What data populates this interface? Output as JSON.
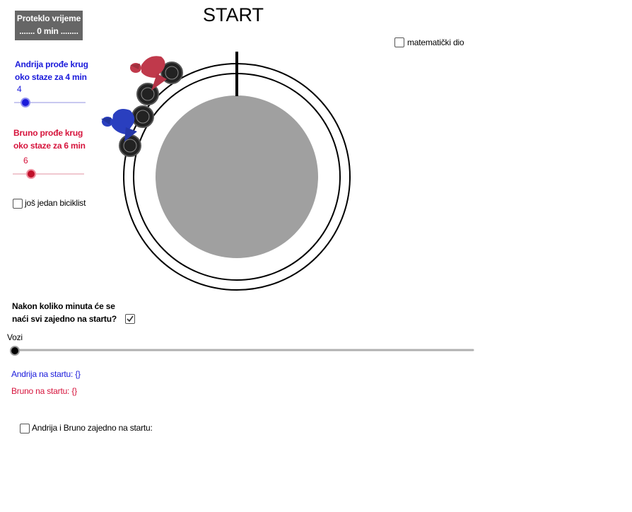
{
  "timer": {
    "line1": "Proteklo vrijeme",
    "line2": "....... 0 min ........"
  },
  "track": {
    "start_label": "START"
  },
  "math_toggle": {
    "label": "matematički dio",
    "checked": false
  },
  "andrija": {
    "label_line1": "Andrija prođe krug",
    "label_line2": "oko staze za 4 min",
    "value": "4",
    "color": "#1a1adb",
    "slider_fraction": 0.15
  },
  "bruno": {
    "label_line1": "Bruno prođe krug",
    "label_line2": "oko staze za 6  min",
    "value": "6",
    "color": "#d6143c",
    "slider_fraction": 0.25
  },
  "extra_cyclist": {
    "label": "još jedan biciklist",
    "checked": false
  },
  "question": {
    "line1": "Nakon koliko minuta će se",
    "line2": "naći svi zajedno na startu?",
    "checked": true
  },
  "ride": {
    "label": "Vozi",
    "fraction": 0
  },
  "results": {
    "andrija": "Andrija na startu: {}",
    "bruno": "Bruno na startu: {}"
  },
  "together": {
    "label": "Andrija i Bruno zajedno na startu:",
    "checked": false
  },
  "colors": {
    "timer_bg": "#666666",
    "field": "#a0a0a0"
  }
}
